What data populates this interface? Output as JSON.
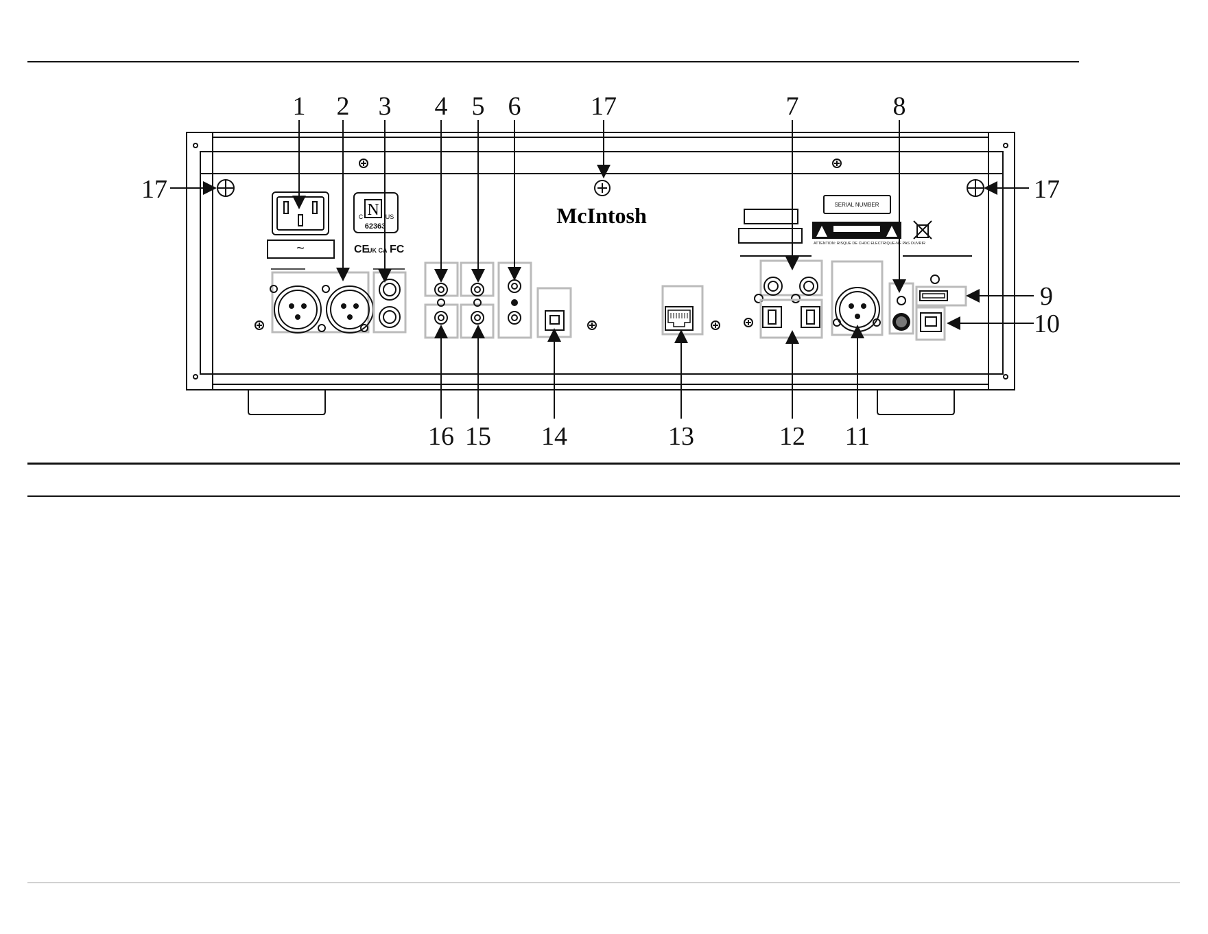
{
  "callouts_top": [
    "1",
    "2",
    "3",
    "4",
    "5",
    "6",
    "17",
    "7",
    "8"
  ],
  "callouts_bottom": [
    "16",
    "15",
    "14",
    "13",
    "12",
    "11"
  ],
  "callouts_side": {
    "left": "17",
    "right_top": "17",
    "right_9": "9",
    "right_10": "10"
  },
  "panel": {
    "brand": "McIntosh",
    "cert_letter": "N",
    "cert_c": "C",
    "cert_us": "US",
    "cert_number": "62363",
    "ac_symbol": "~",
    "marks": [
      "CE",
      "UK CA",
      "FC"
    ],
    "serial_label": "SERIAL NUMBER",
    "warning_text": "ATTENTION: RISQUE DE CHOC ELECTRIQUE-NE PAS OUVRIR"
  },
  "colors": {
    "line": "#111111",
    "box": "#bbbbbb",
    "warn": "#111111"
  }
}
